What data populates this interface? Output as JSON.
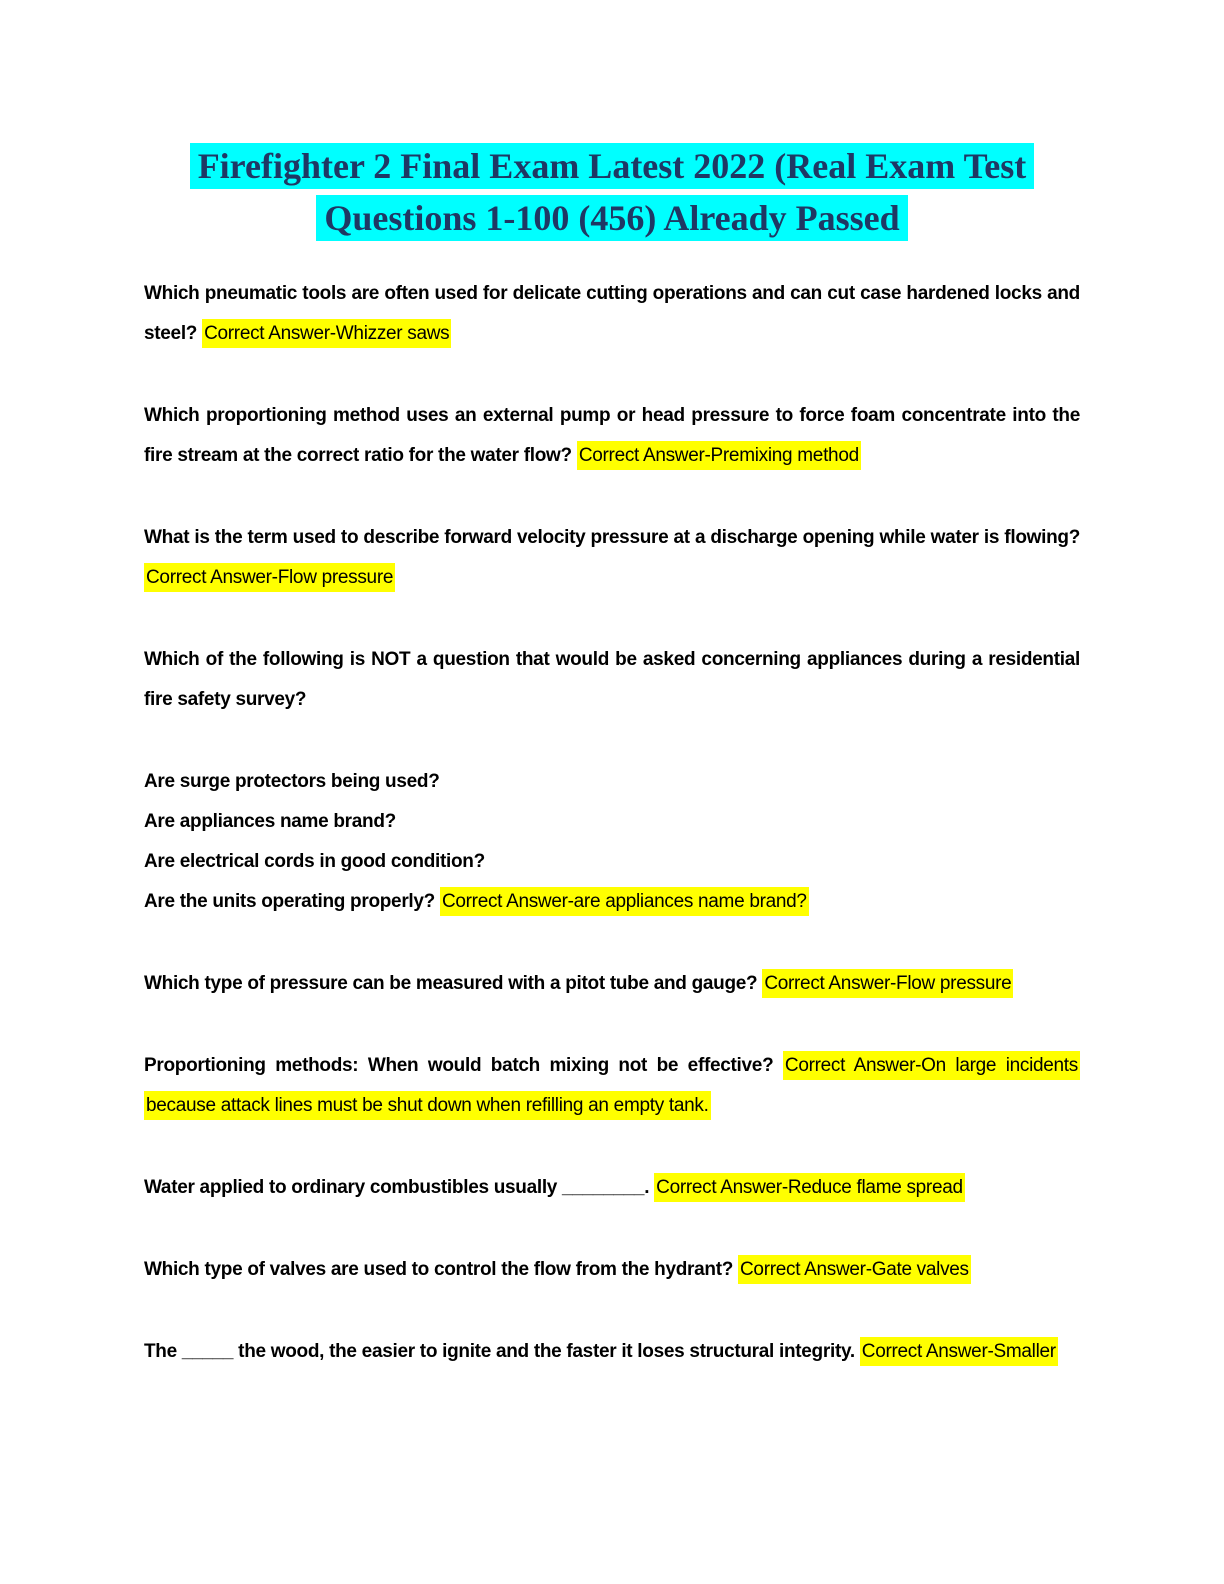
{
  "title": {
    "line1": "Firefighter 2 Final Exam Latest 2022 (Real Exam Test",
    "line2": "Questions 1-100 (456) Already Passed"
  },
  "colors": {
    "title_text": "#1F3864",
    "title_highlight": "#00FFFF",
    "answer_highlight": "#FFFF00",
    "body_text": "#000000",
    "page_background": "#FFFFFF"
  },
  "blocks": [
    {
      "question": "Which pneumatic tools are often used for delicate cutting operations and can cut case hardened locks and steel? ",
      "answer": "Correct Answer-Whizzer saws"
    },
    {
      "question": "Which proportioning method uses an external pump or head pressure to force foam concentrate into the fire stream at the correct ratio for the water flow? ",
      "answer": "Correct Answer-Premixing method"
    },
    {
      "question": "What is the term used to describe forward velocity pressure at a discharge opening while water is flowing? ",
      "answer": "Correct Answer-Flow pressure"
    },
    {
      "question": "Which of the following is NOT a question that would be asked concerning appliances during a residential fire safety survey?",
      "answer": ""
    },
    {
      "options": [
        "Are surge protectors being used?",
        "Are appliances name brand?",
        "Are electrical cords in good condition?"
      ],
      "question": "Are the units operating properly? ",
      "answer": "Correct Answer-are appliances name brand?"
    },
    {
      "question": "Which type of pressure can be measured with a pitot tube and gauge? ",
      "answer": "Correct Answer-Flow pressure"
    },
    {
      "question": "Proportioning methods: When would batch mixing not be effective? ",
      "answer": "Correct Answer-On large incidents because attack lines must be shut down when refilling an empty tank."
    },
    {
      "question": "Water applied to ordinary combustibles usually ________. ",
      "answer": "Correct Answer-Reduce flame spread"
    },
    {
      "question": "Which type of valves are used to control the flow from the hydrant? ",
      "answer": "Correct Answer-Gate valves"
    },
    {
      "question": "The _____ the wood, the easier to ignite and the faster it loses structural integrity. ",
      "answer": "Correct Answer-Smaller"
    }
  ]
}
